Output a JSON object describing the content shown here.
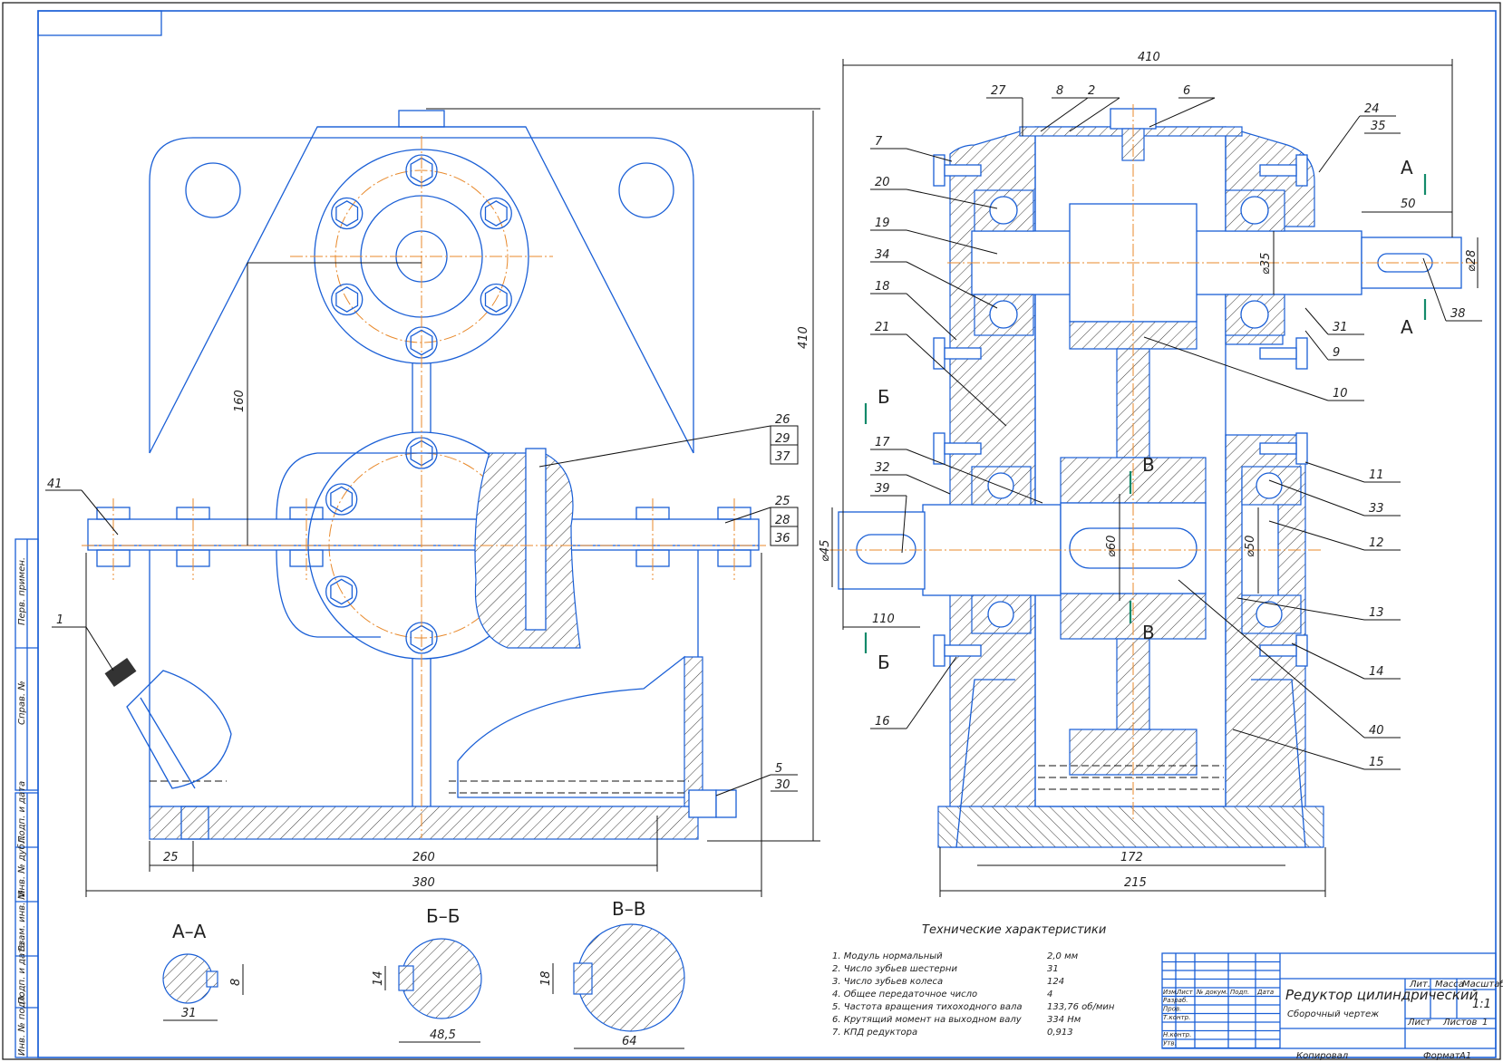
{
  "drawing": {
    "title": "Редуктор цилиндрический",
    "subtitle": "Сборочный чертеж",
    "scale": "1:1",
    "sheet_label": "Лист",
    "sheets_label": "Листов",
    "sheets_count": "1",
    "format_label": "Формат",
    "format": "A1",
    "copied_label": "Копировал",
    "title_block_headers": {
      "lit": "Лит.",
      "mass": "Масса",
      "scale": "Масштаб",
      "change": "Изм.",
      "sheet": "Лист",
      "doc_no": "№ докум.",
      "sign": "Подп.",
      "date": "Дата"
    },
    "title_block_roles": [
      "Разраб.",
      "Пров.",
      "Т.контр.",
      "",
      "Н.контр.",
      "Утв."
    ],
    "side_stamp": [
      "Перв. примен.",
      "Справ. №",
      "Подп. и дата",
      "Инв. № дубл.",
      "Взам. инв. №",
      "Подп. и дата",
      "Инв. № подл."
    ]
  },
  "tech_specs": {
    "title": "Технические характеристики",
    "items": [
      {
        "label": "1. Модуль нормальный",
        "value": "2,0 мм"
      },
      {
        "label": "2. Число зубьев шестерни",
        "value": "31"
      },
      {
        "label": "3. Число зубьев колеса",
        "value": "124"
      },
      {
        "label": "4. Общее передаточное число",
        "value": "4"
      },
      {
        "label": "5. Частота вращения тихоходного вала",
        "value": "133,76 об/мин"
      },
      {
        "label": "6. Крутящий момент на выходном валу",
        "value": "334 Нм"
      },
      {
        "label": "7. КПД редуктора",
        "value": "0,913"
      }
    ]
  },
  "front_view": {
    "dimensions": {
      "height": "410",
      "center_distance": "160",
      "base_left": "25",
      "base_span": "260",
      "overall_width": "380"
    },
    "callouts": [
      "41",
      "1",
      "26",
      "29",
      "37",
      "25",
      "28",
      "36",
      "5",
      "30"
    ]
  },
  "side_view": {
    "dimensions": {
      "overall_length": "410",
      "shaft_out_length": "50",
      "shaft_out_dia": "⌀28",
      "bearing_dia": "⌀35",
      "input_dia": "⌀45",
      "input_length": "110",
      "gear_bore": "⌀60",
      "bearing2_dia": "⌀50",
      "foot_span": "172",
      "base_width": "215"
    },
    "callouts_top": [
      "27",
      "8",
      "2",
      "6"
    ],
    "callouts_left": [
      "7",
      "20",
      "19",
      "34",
      "18",
      "21",
      "17",
      "32",
      "39",
      "16"
    ],
    "callouts_right": [
      "24",
      "35",
      "38",
      "31",
      "9",
      "10",
      "11",
      "33",
      "12",
      "13",
      "14",
      "40",
      "15"
    ],
    "section_marks": {
      "a": "А",
      "b": "Б",
      "v": "В"
    }
  },
  "sections": [
    {
      "title": "А–А",
      "key": "8",
      "dia": "31"
    },
    {
      "title": "Б–Б",
      "key": "14",
      "dia": "48,5"
    },
    {
      "title": "В–В",
      "key": "18",
      "dia": "64"
    }
  ]
}
